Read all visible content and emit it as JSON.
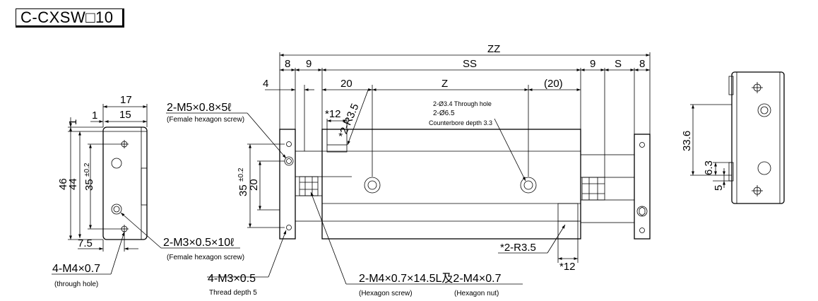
{
  "title": "C-CXSW□10",
  "side_view": {
    "dims": {
      "d17": "17",
      "d15": "15",
      "d1": "1",
      "d46": "46",
      "d44": "44",
      "d35": "35",
      "tol": "±0.2",
      "d7_5": "7.5"
    },
    "callouts": {
      "m3_label": "2-M3×0.5×10ℓ",
      "m3_sub": "(Female hexagon screw)",
      "m4_label": "4-M4×0.7",
      "m4_sub": "(through hole)"
    }
  },
  "front_view": {
    "dims": {
      "zz": "ZZ",
      "ss": "SS",
      "z": "Z",
      "d8a": "8",
      "d9a": "9",
      "d9b": "9",
      "s": "S",
      "d8b": "8",
      "d4": "4",
      "d20": "20",
      "d20p": "(20)",
      "d12a": "*12",
      "d12b": "*12",
      "d35": "35",
      "tol": "±0.2",
      "d20v": "20"
    },
    "callouts": {
      "m5_label": "2-M5×0.8×5ℓ",
      "m5_sub": "(Female hexagon screw)",
      "r35_top": "*2-R3.5",
      "r35_bottom": "*2-R3.5",
      "thru_1": "2-Ø3.4 Through hole",
      "thru_2": "2-Ø6.5",
      "thru_3": "Counterbore depth 3.3",
      "m3_label": "4-M3×0.5",
      "m3_sub": "Thread depth 5",
      "m4_label": "2-M4×0.7×14.5L及2-M4×0.7",
      "m4_sub1": "(Hexagon screw)",
      "m4_sub2": "(Hexagon nut)"
    }
  },
  "end_view": {
    "dims": {
      "d33_6": "33.6",
      "d6_3": "6.3",
      "d5": "5"
    }
  }
}
